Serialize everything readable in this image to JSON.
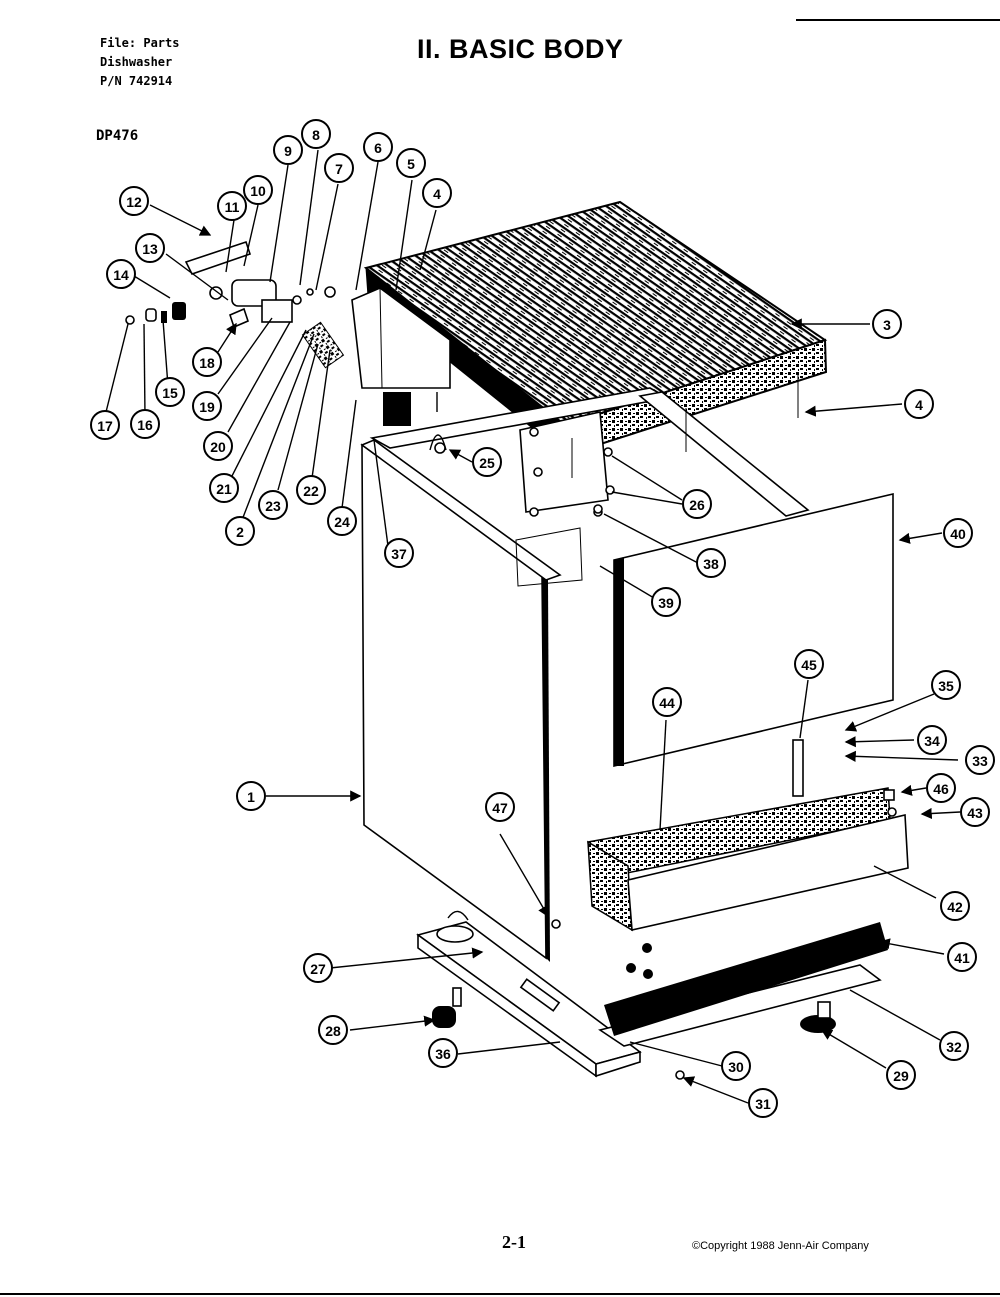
{
  "header": {
    "file_line": "File: Parts",
    "product_line": "Dishwasher",
    "pn_line": "P/N 742914",
    "model": "DP476",
    "title": "II. BASIC BODY"
  },
  "footer": {
    "page_number": "2-1",
    "copyright": "©Copyright 1988 Jenn-Air Company"
  },
  "callouts": [
    {
      "label": "1"
    },
    {
      "label": "2"
    },
    {
      "label": "3"
    },
    {
      "label": "4"
    },
    {
      "label": "4"
    },
    {
      "label": "5"
    },
    {
      "label": "6"
    },
    {
      "label": "7"
    },
    {
      "label": "8"
    },
    {
      "label": "9"
    },
    {
      "label": "10"
    },
    {
      "label": "11"
    },
    {
      "label": "12"
    },
    {
      "label": "13"
    },
    {
      "label": "14"
    },
    {
      "label": "15"
    },
    {
      "label": "16"
    },
    {
      "label": "17"
    },
    {
      "label": "18"
    },
    {
      "label": "19"
    },
    {
      "label": "20"
    },
    {
      "label": "21"
    },
    {
      "label": "22"
    },
    {
      "label": "23"
    },
    {
      "label": "24"
    },
    {
      "label": "25"
    },
    {
      "label": "26"
    },
    {
      "label": "27"
    },
    {
      "label": "28"
    },
    {
      "label": "29"
    },
    {
      "label": "30"
    },
    {
      "label": "31"
    },
    {
      "label": "32"
    },
    {
      "label": "33"
    },
    {
      "label": "34"
    },
    {
      "label": "35"
    },
    {
      "label": "36"
    },
    {
      "label": "37"
    },
    {
      "label": "38"
    },
    {
      "label": "39"
    },
    {
      "label": "40"
    },
    {
      "label": "41"
    },
    {
      "label": "42"
    },
    {
      "label": "43"
    },
    {
      "label": "44"
    },
    {
      "label": "45"
    },
    {
      "label": "46"
    },
    {
      "label": "47"
    }
  ]
}
